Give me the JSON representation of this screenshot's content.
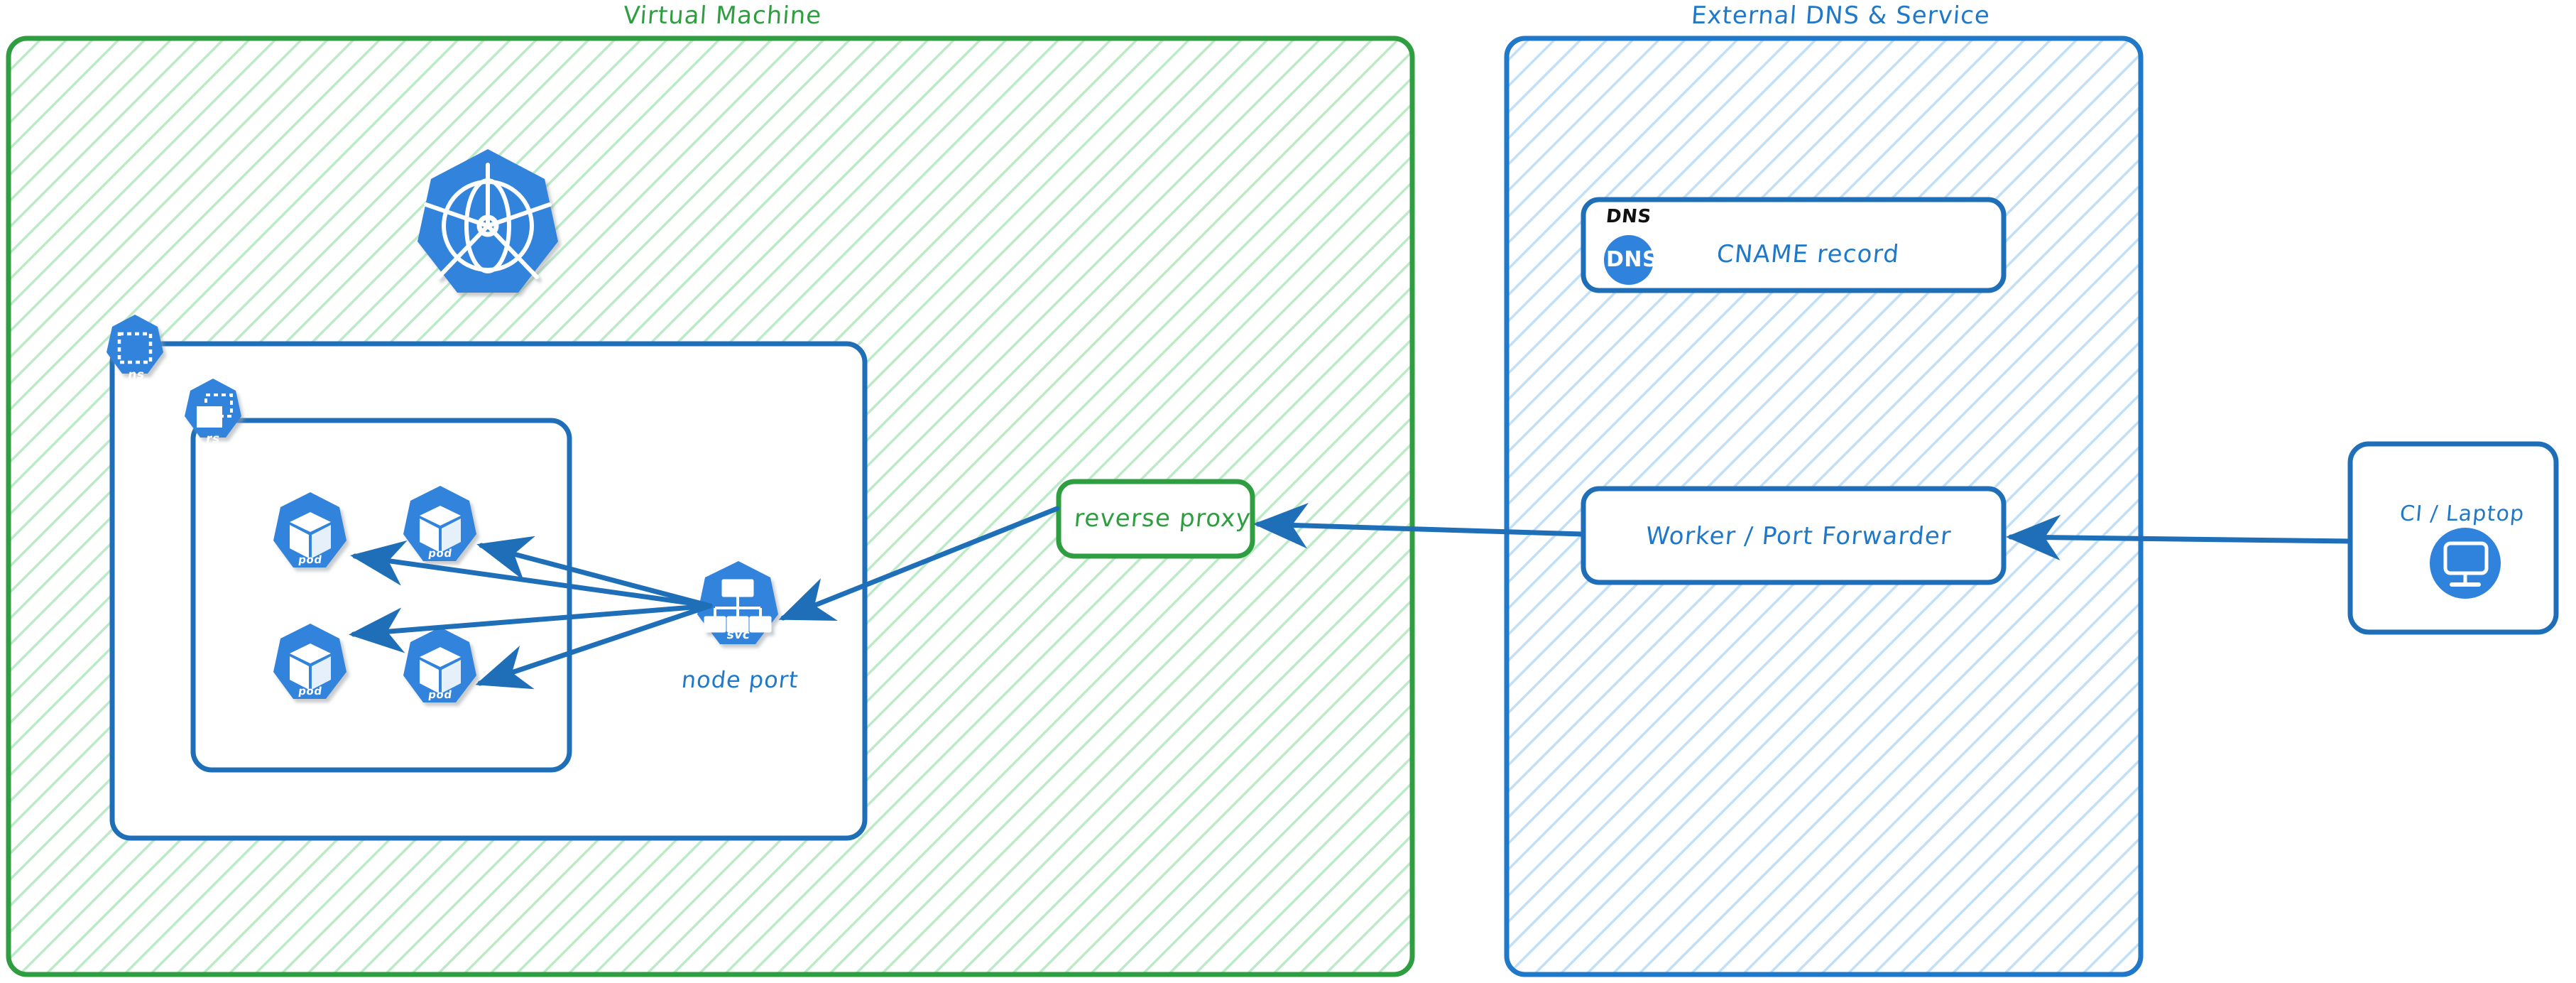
{
  "diagram": {
    "title_left": "Virtual Machine",
    "title_right": "External DNS & Service",
    "colors": {
      "green": "#2f9e41",
      "green_hatch": "#86d99a",
      "blue": "#1f78c8",
      "blue_hatch": "#8fc4ee",
      "k8s_blue": "#3083dc",
      "arrow": "#1f6fb8",
      "white": "#ffffff",
      "black": "#111111"
    }
  },
  "vm": {
    "label": "Virtual Machine",
    "namespace_badge": "ns",
    "replicaset_badge": "rs",
    "service_badge": "svc",
    "service_caption": "node port",
    "pods": [
      {
        "label": "pod"
      },
      {
        "label": "pod"
      },
      {
        "label": "pod"
      },
      {
        "label": "pod"
      }
    ],
    "reverse_proxy": "reverse proxy",
    "kubernetes_logo": "kubernetes-wheel-icon"
  },
  "external": {
    "label": "External DNS & Service",
    "dns_card": {
      "type_label": "DNS",
      "badge_text": "DNS",
      "record": "CNAME record"
    },
    "worker": "Worker / Port Forwarder"
  },
  "client": {
    "label": "CI / Laptop",
    "icon": "desktop-monitor-icon"
  },
  "connections": [
    {
      "from": "svc",
      "to": "pod-1"
    },
    {
      "from": "svc",
      "to": "pod-2"
    },
    {
      "from": "svc",
      "to": "pod-3"
    },
    {
      "from": "svc",
      "to": "pod-4"
    },
    {
      "from": "reverse-proxy",
      "to": "svc"
    },
    {
      "from": "worker",
      "to": "reverse-proxy"
    },
    {
      "from": "ci-laptop",
      "to": "worker"
    }
  ]
}
